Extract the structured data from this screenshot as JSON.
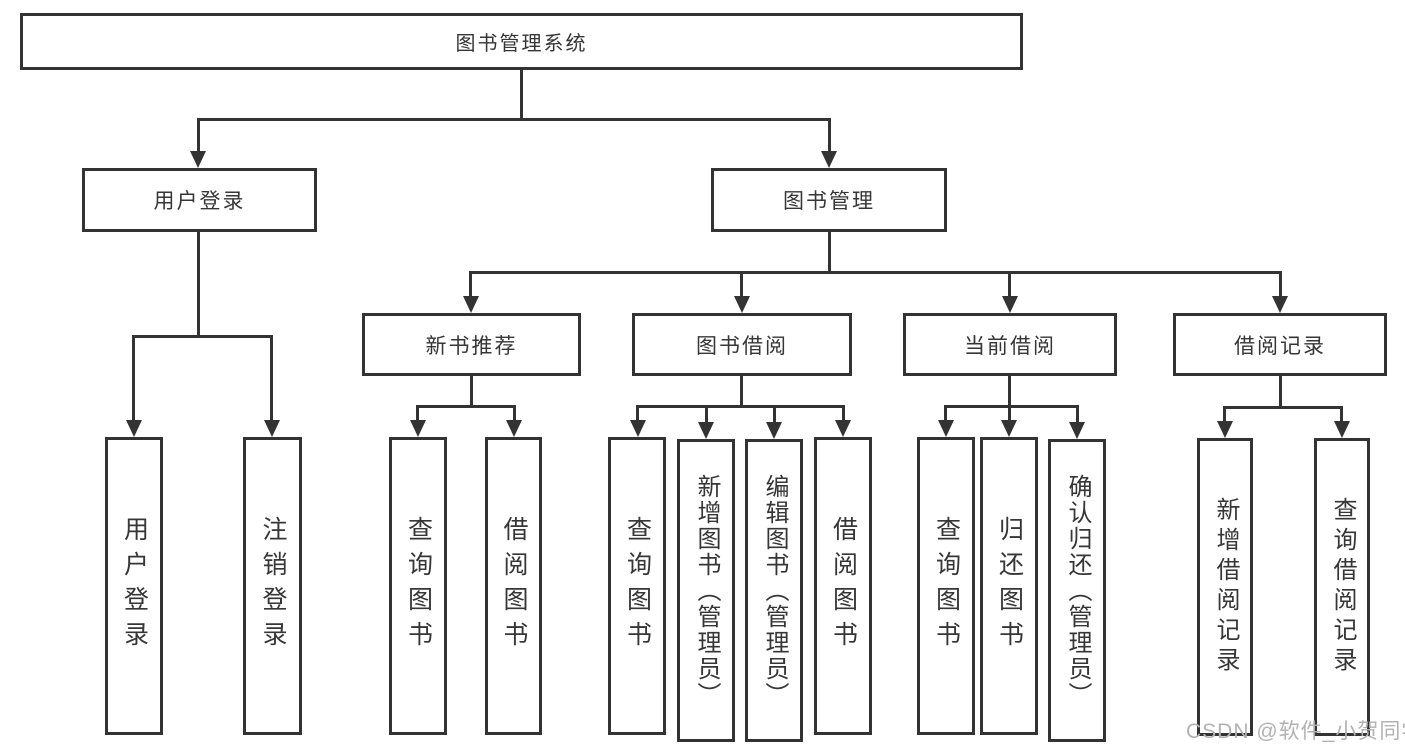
{
  "diagram": {
    "type": "hierarchy-tree",
    "colors": {
      "line": "#333333",
      "text": "#363636",
      "background": "#ffffff",
      "watermark": "#b2b2b2"
    }
  },
  "tree": {
    "label": "图书管理系统",
    "children": [
      {
        "label": "用户登录",
        "children": [
          {
            "label": "用户登录"
          },
          {
            "label": "注销登录"
          }
        ]
      },
      {
        "label": "图书管理",
        "children": [
          {
            "label": "新书推荐",
            "children": [
              {
                "label": "查询图书"
              },
              {
                "label": "借阅图书"
              }
            ]
          },
          {
            "label": "图书借阅",
            "children": [
              {
                "label": "查询图书"
              },
              {
                "label": "新增图书（管理员）"
              },
              {
                "label": "编辑图书（管理员）"
              },
              {
                "label": "借阅图书"
              }
            ]
          },
          {
            "label": "当前借阅",
            "children": [
              {
                "label": "查询图书"
              },
              {
                "label": "归还图书"
              },
              {
                "label": "确认归还（管理员）"
              }
            ]
          },
          {
            "label": "借阅记录",
            "children": [
              {
                "label": "新增借阅记录"
              },
              {
                "label": "查询借阅记录"
              }
            ]
          }
        ]
      }
    ]
  },
  "watermark": {
    "text": "CSDN @软件_小贺同学"
  }
}
